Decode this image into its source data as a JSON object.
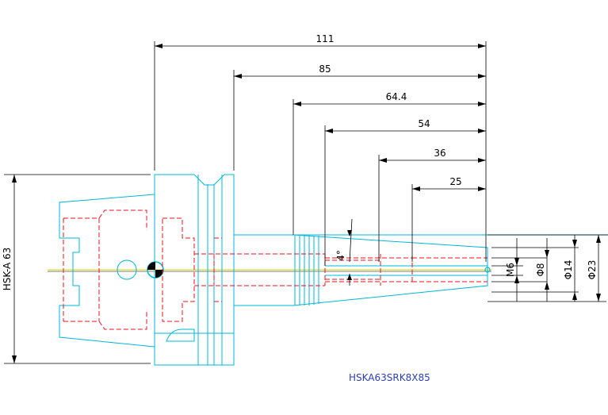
{
  "drawing": {
    "part_code": "HSKA63SRK8X85",
    "interface_label": "HSK-A 63",
    "angle_label": "4°",
    "lengths": [
      "111",
      "85",
      "64.4",
      "54",
      "36",
      "25"
    ],
    "diameters": [
      "M6",
      "Φ8",
      "Φ14",
      "Φ23"
    ]
  },
  "colors": {
    "outline": "#00b8d8",
    "hidden": "#e8141e",
    "dimension": "#000000",
    "centerline": "#d4d400",
    "label": "#2a3fb0"
  }
}
